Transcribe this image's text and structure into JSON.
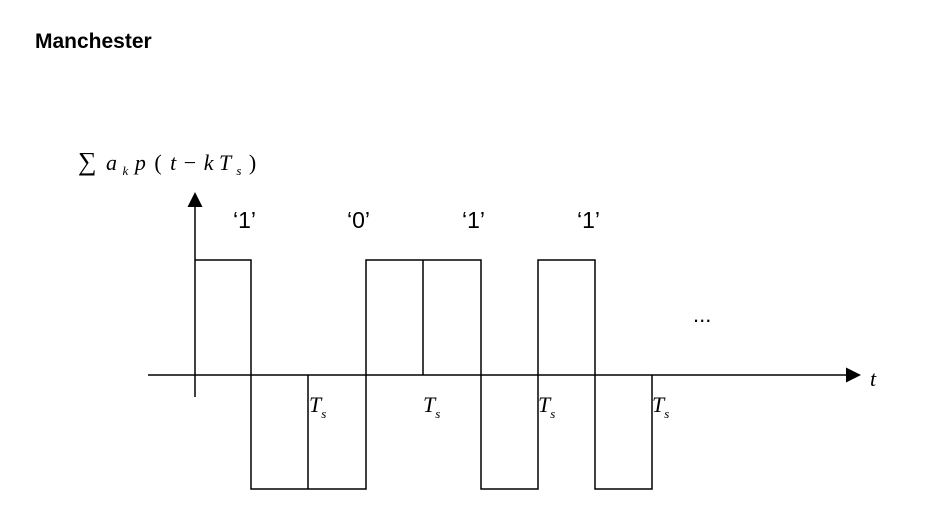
{
  "title": "Manchester",
  "y_axis_label": {
    "sigma": "∑",
    "a": "a",
    "a_sub": "k",
    "p": "p",
    "arg_open": "(",
    "arg_t": "t",
    "arg_minus": "−",
    "arg_k": "k",
    "arg_T": "T",
    "arg_T_sub": "s",
    "arg_close": ")"
  },
  "x_axis_label": "t",
  "bits": [
    "‘1’",
    "‘0’",
    "‘1’",
    "‘1’"
  ],
  "period_label": {
    "T": "T",
    "sub": "s"
  },
  "ellipsis": "...",
  "chart_data": {
    "type": "line",
    "encoding": "Manchester",
    "bit_sequence": [
      1,
      0,
      1,
      1
    ],
    "levels": [
      1,
      -1
    ],
    "signal_segments": [
      {
        "t0": 0,
        "t1": 0.5,
        "level": 1
      },
      {
        "t0": 0.5,
        "t1": 1.0,
        "level": -1
      },
      {
        "t0": 1.0,
        "t1": 1.5,
        "level": -1
      },
      {
        "t0": 1.5,
        "t1": 2.0,
        "level": 1
      },
      {
        "t0": 2.0,
        "t1": 2.5,
        "level": 1
      },
      {
        "t0": 2.5,
        "t1": 3.0,
        "level": -1
      },
      {
        "t0": 3.0,
        "t1": 3.5,
        "level": 1
      },
      {
        "t0": 3.5,
        "t1": 4.0,
        "level": -1
      }
    ],
    "period_markers": [
      1,
      2,
      3,
      4
    ]
  }
}
